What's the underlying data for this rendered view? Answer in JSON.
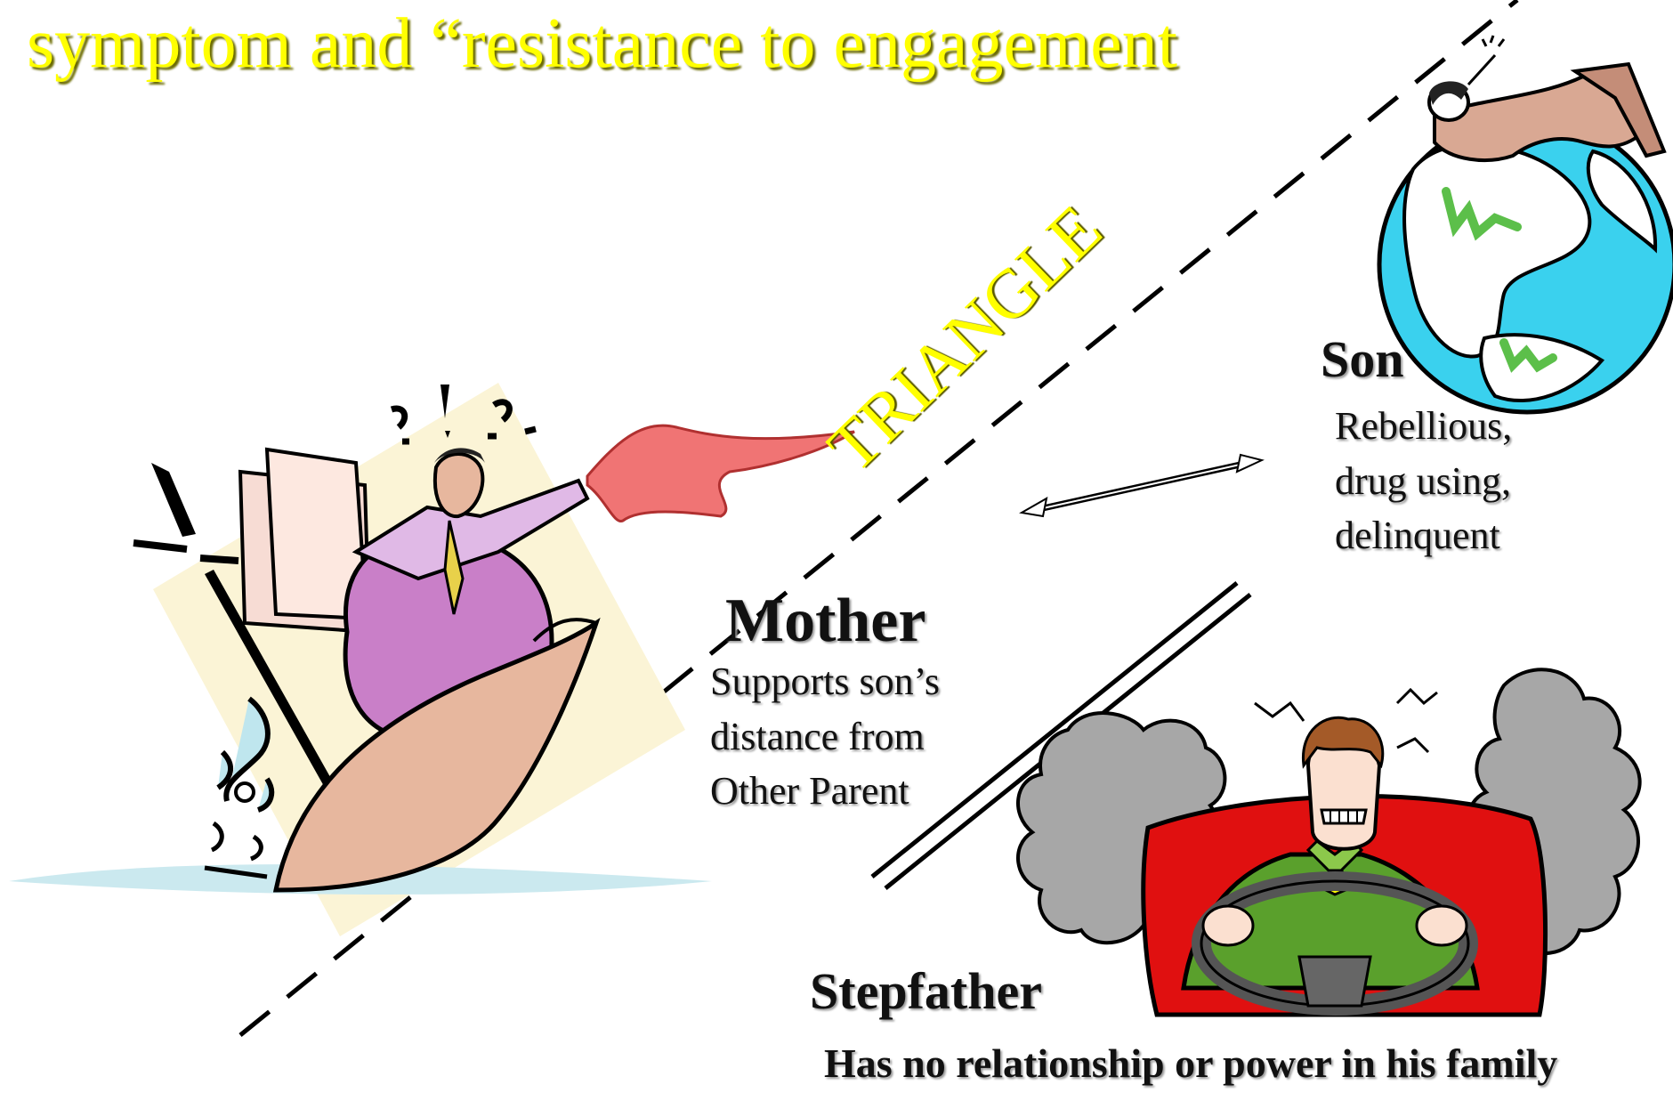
{
  "title": "symptom and “resistance to engagement",
  "triangle_label": "TRIANGLE",
  "son": {
    "name": "Son",
    "description": [
      "Rebellious,",
      "drug using,",
      "delinquent"
    ]
  },
  "mother": {
    "name": "Mother",
    "description": [
      "Supports son’s",
      "distance from",
      "Other Parent"
    ]
  },
  "stepfather": {
    "name": "Stepfather",
    "description": "Has no relationship or power in his family"
  },
  "icons": [
    "man-on-globe-clipart",
    "shouting-man-surfing-clipart",
    "stressed-driver-clipart"
  ],
  "colors": {
    "title": "#ffff00",
    "ocean": "#3ad1ee",
    "land": "#ffffff",
    "land_accent": "#5cbf4a",
    "car": "#e01010",
    "smoke": "#a7a7a7",
    "jacket": "#5aa02c",
    "dress": "#c97fc8",
    "scarf": "#f07474",
    "skin": "#e7b79e"
  }
}
